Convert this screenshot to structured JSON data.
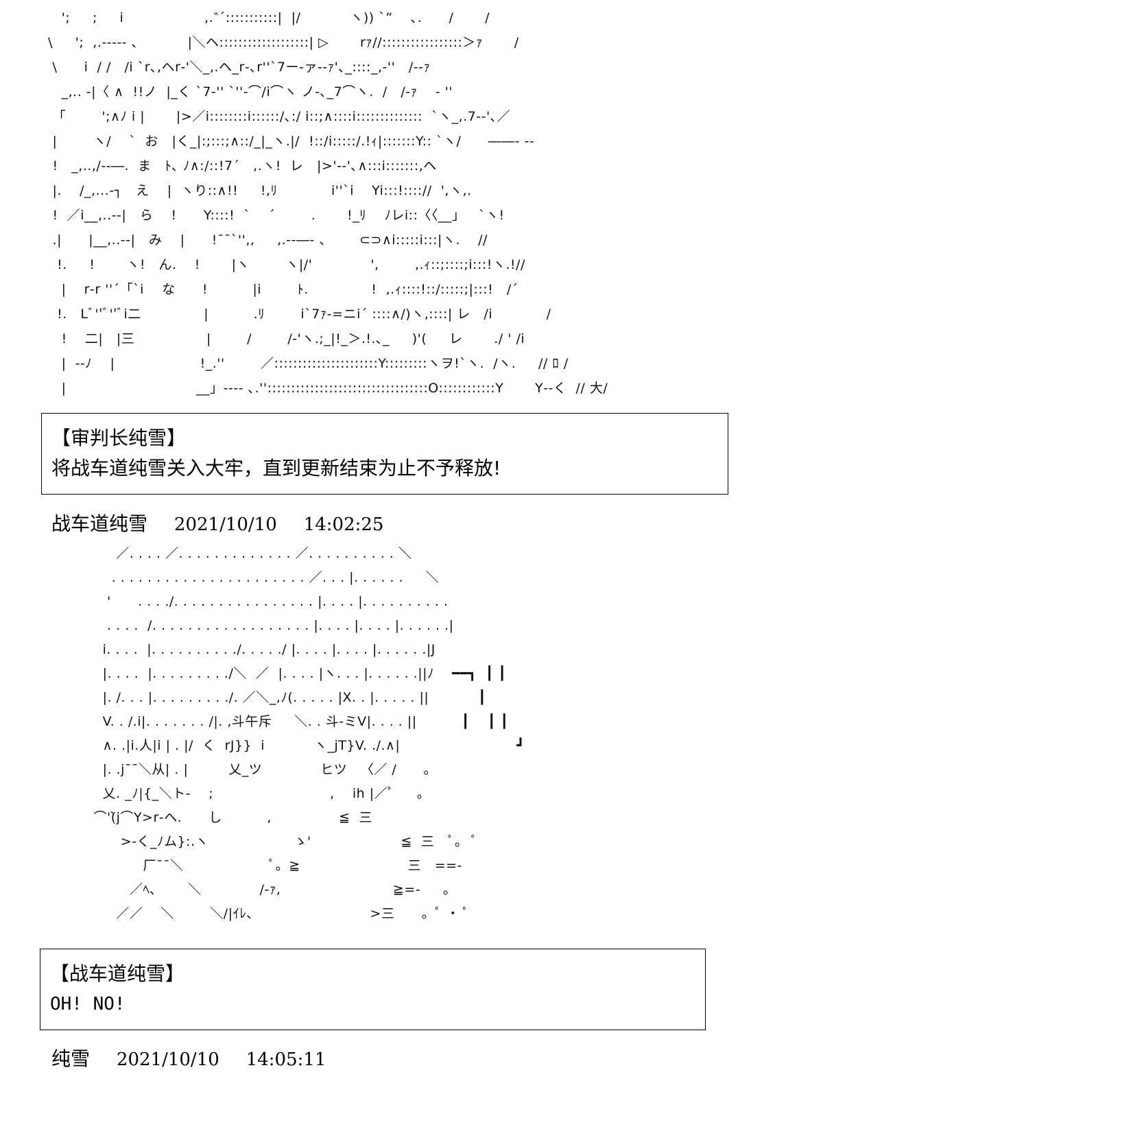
{
  "posts": [
    {
      "ascii_art": [
        "   ';     ;     i                  ,.‶´:::::::::::|  |/           ヽ)) ˋ”    ､.      /       /",
        "\\     ';  ,.‐‐‐-- ､           |＼ヘ:::::::::::::::::::| ▷       rｧ//:::::::::::::::::＞ｧ       /",
        " \\      i  / /   /i ˋr､,ヘr‐'＼_,.ヘ_r‐､r''ˋ7ー‐ァ‐‐ｧ'､_::::_,‐''   /‐‐ｧ",
        "   _,.. ‐|〈 ∧  !!ノ  |_く ˋ7‐'' ˋ''‐⌒/i⌒ヽ ノ‐､_7⌒ヽ.  /   /‐ｧ    ‐ ''",
        " 「        ';∧ﾉ i |       |>／i::::::::i::::::/､:/ i::;∧::::i::::::::::::::  ˋヽ_,.7‐‐'､／",
        " |        ヽ/    ˋ  お   |く_|:;:::;∧::/_|_ヽ.|/  !::/i:::::/.!ｨ|:::::::Y:: ˋヽ/      ――- ‐‐",
        " !   _,..,/‐‐―.  ま   ﾄ､ ﾉ∧:/::!7ˊ   ,.ヽ!  レ   |>'‐-'､∧:::i:::::::,ヘ",
        " |.    /_,...‐┐   え    |  ヽり::∧!!     !,ﾘ            i''ˋi    Yi:::!:::://  ',ヽ,.",
        " !  ／i__,..‐‐|   ら    !      Y::::!  ˋ    ˊ        .       !_ﾘ    ﾉレi::〈〈__」   ˋヽ!",
        " .|      |__,..‐‐|   み    |      !¯¯ˋ'',,     ,.‐‐―- 、      ⊂⊃∧i:::::i:::|ヽ.    //",
        "  !.     !       ヽ!   ん.    !       |ヽ        ヽ|/'             ',        ,.ｨ::;::::;i:::!ヽ.!//",
        "   |    r‐r ''ˊ「ˋi    な      !          |i        ﾄ.              !  ,.ｨ::::!::/:::::;|:::!   /ˊ",
        "  !.   Lﾞ''ﾞ''ﾞi二              |          .ﾘ        iˋ7ｧ‐=ニiˊ ::::∧/)ヽ,::::| レ   /i            /",
        "   !    二|   |三                |        /        /‐'ヽ.;_|!_＞.!.､_     )'(     レ       ./ ' /i",
        "   |  ‐‐ﾉ    |                   !_.''        ／::::::::::::::::::::::Y:::::::::ヽヲ!ˋヽ.  /ヽ.     // ﾛ /",
        "   |                             __」‐‐-- ､.''::::::::::::::::::::::::::::::::::O::::::::::::Y       Y‐‐く  // 大/"
      ],
      "speaker": "【审判长纯雪】",
      "text": "将战车道纯雪关入大牢，直到更新结束为止不予释放!",
      "author": "战车道纯雪",
      "date": "2021/10/10",
      "time": "14:02:25"
    },
    {
      "ascii_art": [
        "      ／. . . . ／. . . . . . . . . . . . . ／. . . . . . . . . . ＼",
        "     . . . . . . . . . . . . . . . . . . . . . . ／. . . |. . . . . .     ＼",
        "    '      . . . ./. . . . . . . . . . . . . . . . |. . . . |. . . . . . . . . .",
        "    . . . .  /. . . . . . . . . . . . . . . . . . |. . . . |. . . . |. . . . . .|",
        "   i. . . .  |. . . . . . . . . ./. . . . ./ |. . . . |. . . . |. . . . . .|J",
        "   |. . . .  |. . . . . . . . ./＼  ／  |. . . . |ヽ. . . |. . . . . .||ﾉ    ━━┓  ┃ ┃",
        "   |. /. . . |. . . . . . . . ./. ／＼_,ﾉ(. . . . . |X. . |. . . . . ||           ┃",
        "   V. . /.i|. . . . . . . /|. ,斗午斥     ＼. . 斗‐ミV|. . . . ||          ┃    ┃ ┃",
        "   ∧. .|i.人|i | . |/  く  rJ}}  i           ヽ_jT}V. ./.∧|                          ┛",
        "   |. .j¯¯＼从| . |         乂_ツ             ヒツ   〈／ /      。",
        "   乂. _ﾉ|{_＼ト‐    ;                          ,    ih |／ﾟ     。",
        " ⌒'(̀j⌒Y>r‐ヘ.      し          ,               ≦  三",
        "       >‐く_ﾉム}:.ヽ                   ゝ'                    ≦  三   ﾟ。 ﾟ",
        "            厂¯¯＼                   ﾟ。≧                        三   ==-",
        "         ／ﾍ､       ＼             /‐ｧ,                         ≧=-     。",
        "      ／／    ＼        ＼/|ｲﾚ､                          >三      。ﾟ ・ ﾟ"
      ],
      "speaker": "【战车道纯雪】",
      "text": "OH! NO!",
      "author": "纯雪",
      "date": "2021/10/10",
      "time": "14:05:11"
    }
  ]
}
